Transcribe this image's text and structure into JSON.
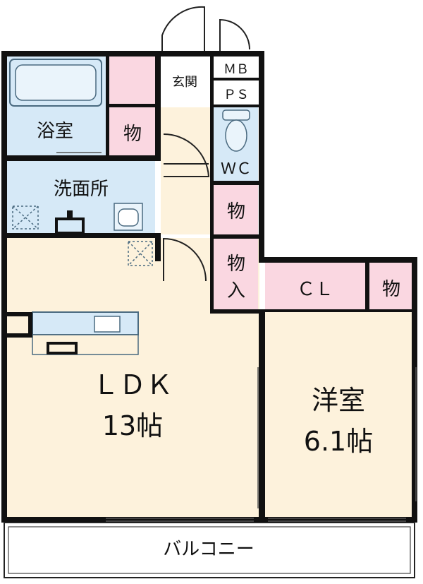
{
  "colors": {
    "wet": "#d6e9f7",
    "storage": "#fad7e1",
    "living": "#fdf2dc",
    "wall": "#111111",
    "fixture_stroke": "#4a6a80"
  },
  "rooms": {
    "bathroom": "浴室",
    "storage_bath": "物",
    "entrance": "玄関",
    "mb": "ＭＢ",
    "ps": "ＰＳ",
    "wc": "ＷＣ",
    "washroom": "洗面所",
    "storage_hall": "物",
    "storage_in_line1": "物",
    "storage_in_line2": "入",
    "closet": "ＣＬ",
    "storage_bed": "物",
    "ldk_name": "ＬＤＫ",
    "ldk_size": "13帖",
    "western_name": "洋室",
    "western_size": "6.1帖",
    "balcony": "バルコニー"
  }
}
